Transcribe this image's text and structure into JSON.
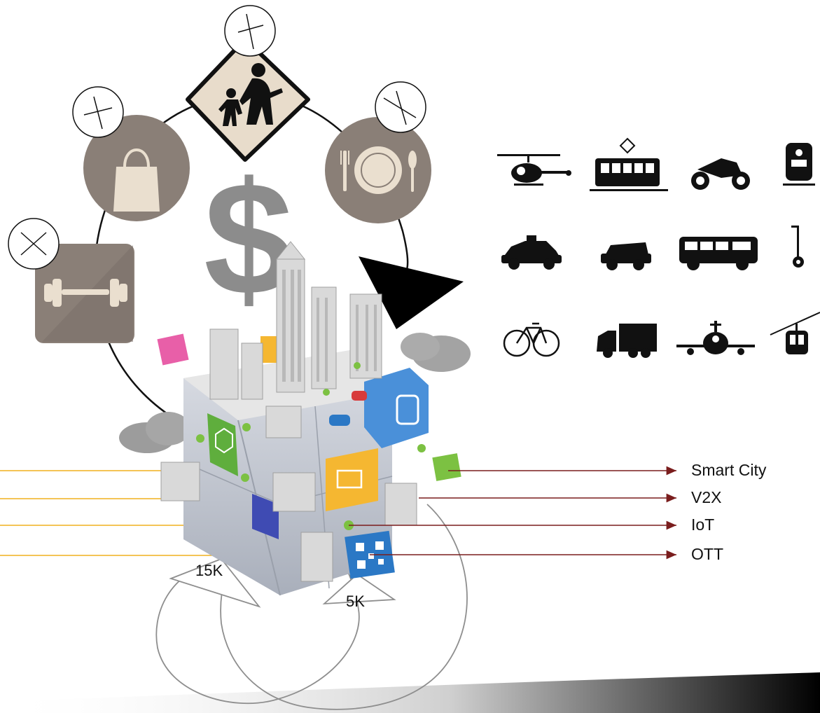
{
  "outputs": [
    {
      "label": "Smart City"
    },
    {
      "label": "V2X"
    },
    {
      "label": "IoT"
    },
    {
      "label": "OTT"
    }
  ],
  "loops": [
    {
      "label": "15K"
    },
    {
      "label": "5K"
    }
  ],
  "colors": {
    "circle_fill": "#8a7f77",
    "icon_cream": "#eadfcf",
    "sign_fill": "#e8dccb",
    "dollar": "#8c8c8c",
    "input_line": "#f0b01e",
    "output_line": "#7a1d1d",
    "loop_line": "#8e8e8e",
    "cube_blue": "#4a90d9",
    "cube_green": "#7cc142",
    "cube_yellow": "#f5b731",
    "cube_pink": "#e85fa8"
  },
  "icons": {
    "nodes": [
      "dumbbell-icon",
      "shopping-bag-icon",
      "pedestrian-sign-icon",
      "dining-plate-icon"
    ],
    "transport": [
      "helicopter-icon",
      "tram-icon",
      "motorcycle-icon",
      "train-icon",
      "taxi-icon",
      "van-icon",
      "bus-icon",
      "segway-icon",
      "bicycle-icon",
      "truck-icon",
      "airplane-icon",
      "cable-car-icon"
    ]
  }
}
